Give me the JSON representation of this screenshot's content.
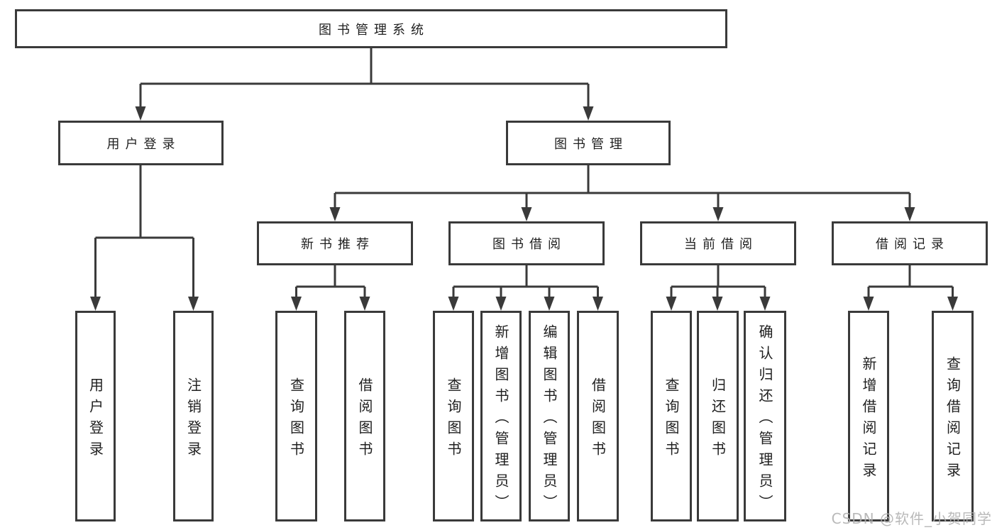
{
  "diagram": {
    "root": {
      "label": "图书管理系统"
    },
    "branches": [
      {
        "label": "用户登录",
        "children": [
          {
            "label": "用户登录"
          },
          {
            "label": "注销登录"
          }
        ]
      },
      {
        "label": "图书管理",
        "children": [
          {
            "label": "新书推荐",
            "children": [
              {
                "label": "查询图书"
              },
              {
                "label": "借阅图书"
              }
            ]
          },
          {
            "label": "图书借阅",
            "children": [
              {
                "label": "查询图书"
              },
              {
                "label": "新增图书（管理员）"
              },
              {
                "label": "编辑图书（管理员）"
              },
              {
                "label": "借阅图书"
              }
            ]
          },
          {
            "label": "当前借阅",
            "children": [
              {
                "label": "查询图书"
              },
              {
                "label": "归还图书"
              },
              {
                "label": "确认归还（管理员）"
              }
            ]
          },
          {
            "label": "借阅记录",
            "children": [
              {
                "label": "新增借阅记录"
              },
              {
                "label": "查询借阅记录"
              }
            ]
          }
        ]
      }
    ]
  },
  "watermark": "CSDN @软件_小贺同学",
  "colors": {
    "line": "#3a3a3a",
    "text": "#1f1f1f",
    "background": "#ffffff",
    "watermark": "#b0b0b0"
  }
}
